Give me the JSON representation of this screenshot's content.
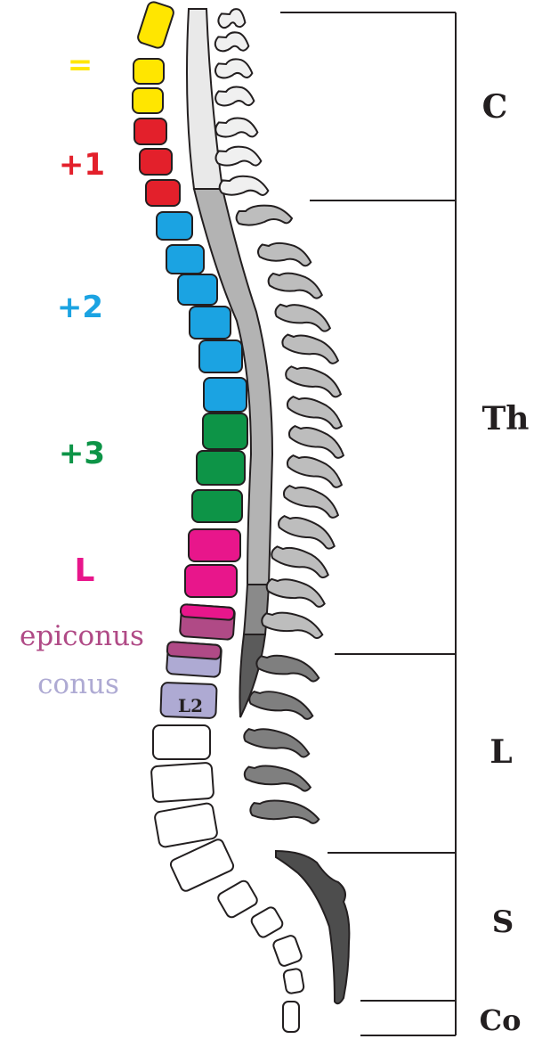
{
  "segment_groups": [
    {
      "label": "=",
      "color": "#ffe600"
    },
    {
      "label": "+1",
      "color": "#e3202b"
    },
    {
      "label": "+2",
      "color": "#1ba3e2"
    },
    {
      "label": "+3",
      "color": "#0d9447"
    },
    {
      "label": "L",
      "color": "#e8168b"
    },
    {
      "label": "epiconus",
      "color": "#b04a86"
    },
    {
      "label": "conus",
      "color": "#aeaad3"
    }
  ],
  "vertebra_label": "L2",
  "regions": [
    {
      "label": "C"
    },
    {
      "label": "Th"
    },
    {
      "label": "L"
    },
    {
      "label": "S"
    },
    {
      "label": "Co"
    }
  ],
  "colors": {
    "outline": "#231f20",
    "cord_cervical": "#e9e9e9",
    "cord_thoracic": "#b3b3b3",
    "cord_lumbar": "#8a8a8a",
    "cord_tip": "#5b5b5b",
    "process_cervical": "#f0f0f0",
    "process_thoracic": "#bdbdbd",
    "process_lumbar": "#7f7f7f",
    "sacrum": "#4d4d4d"
  }
}
